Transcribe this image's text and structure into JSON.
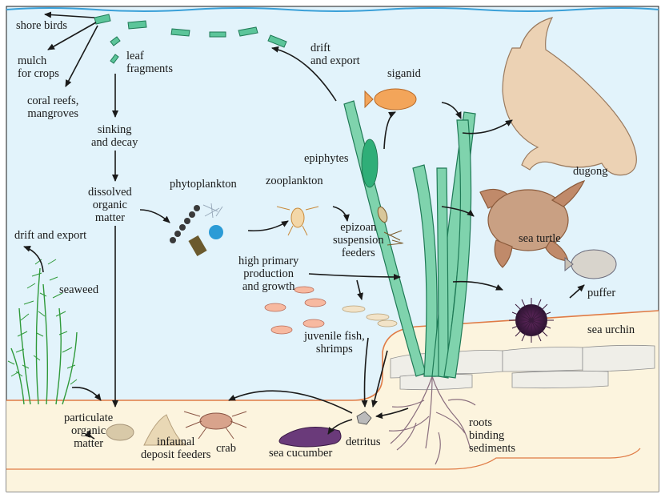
{
  "labels": {
    "shore_birds": "shore birds",
    "mulch": "mulch\nfor crops",
    "coral_reefs": "coral reefs,\nmangroves",
    "leaf_fragments": "leaf\nfragments",
    "sinking_decay": "sinking\nand decay",
    "dissolved_om": "dissolved\norganic\nmatter",
    "drift_export_left": "drift and export",
    "seaweed": "seaweed",
    "particulate_om": "particulate\norganic\nmatter",
    "infaunal": "infaunal\ndeposit feeders",
    "crab": "crab",
    "sea_cucumber": "sea cucumber",
    "detritus": "detritus",
    "roots": "roots\nbinding\nsediments",
    "phytoplankton": "phytoplankton",
    "zooplankton": "zooplankton",
    "epizoan": "epizoan\nsuspension\nfeeders",
    "high_primary": "high primary\nproduction\nand growth",
    "juvenile": "juvenile fish,\nshrimps",
    "epiphytes": "epiphytes",
    "drift_export_top": "drift\nand export",
    "siganid": "siganid",
    "dugong": "dugong",
    "sea_turtle": "sea turtle",
    "puffer": "puffer",
    "sea_urchin": "sea urchin"
  },
  "colors": {
    "water": "#e2f3fb",
    "sediment": "#fcf4de",
    "sediment_edge": "#e07b45",
    "seagrass": "#3cb98a",
    "seagrass_dark": "#1f7a56",
    "seaweed": "#2f9a3a",
    "arrow": "#1a1a1a"
  }
}
